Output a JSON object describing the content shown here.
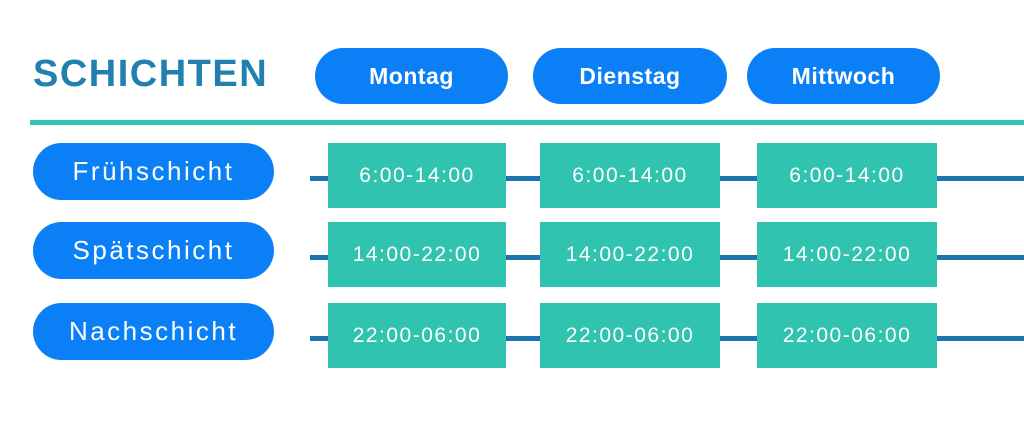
{
  "title": "SCHICHTEN",
  "colors": {
    "pill-blue": "#0b80f6",
    "cell-teal": "#30c3b0",
    "divider-teal": "#2ec4ae",
    "line-blue": "#1e74ad",
    "title-blue": "#2180af"
  },
  "days": [
    {
      "label": "Montag"
    },
    {
      "label": "Dienstag"
    },
    {
      "label": "Mittwoch"
    }
  ],
  "shifts": [
    {
      "label": "Frühschicht",
      "times": [
        "6:00-14:00",
        "6:00-14:00",
        "6:00-14:00"
      ]
    },
    {
      "label": "Spätschicht",
      "times": [
        "14:00-22:00",
        "14:00-22:00",
        "14:00-22:00"
      ]
    },
    {
      "label": "Nachschicht",
      "times": [
        "22:00-06:00",
        "22:00-06:00",
        "22:00-06:00"
      ]
    }
  ]
}
